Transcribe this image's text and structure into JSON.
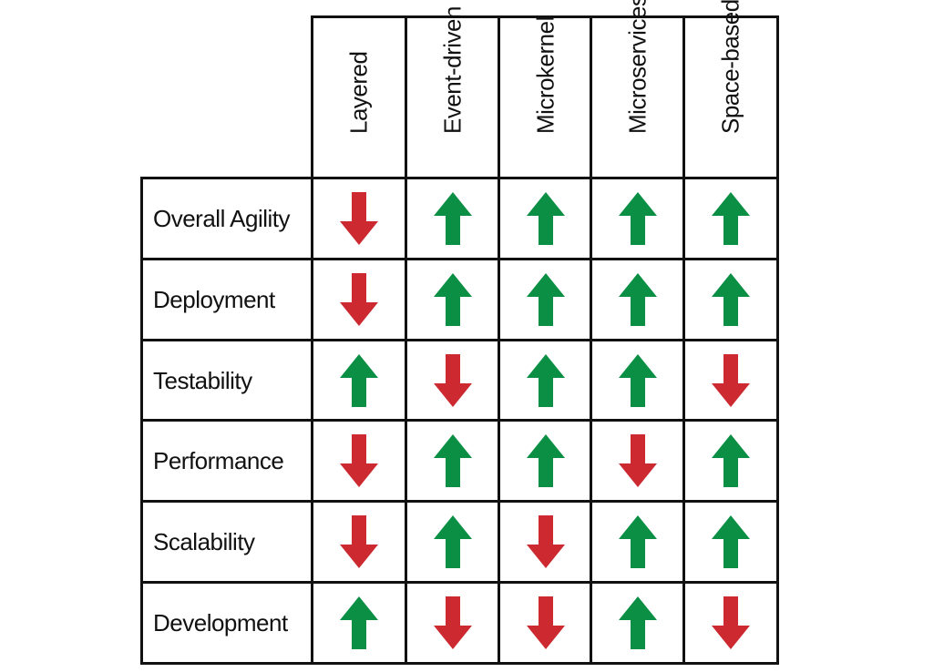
{
  "columns": [
    "Layered",
    "Event-driven",
    "Microkernel",
    "Microservices",
    "Space-based"
  ],
  "rows": [
    {
      "label": "Overall Agility",
      "ratings": [
        "down",
        "up",
        "up",
        "up",
        "up"
      ]
    },
    {
      "label": "Deployment",
      "ratings": [
        "down",
        "up",
        "up",
        "up",
        "up"
      ]
    },
    {
      "label": "Testability",
      "ratings": [
        "up",
        "down",
        "up",
        "up",
        "down"
      ]
    },
    {
      "label": "Performance",
      "ratings": [
        "down",
        "up",
        "up",
        "down",
        "up"
      ]
    },
    {
      "label": "Scalability",
      "ratings": [
        "down",
        "up",
        "down",
        "up",
        "up"
      ]
    },
    {
      "label": "Development",
      "ratings": [
        "up",
        "down",
        "down",
        "up",
        "down"
      ]
    }
  ],
  "icons": {
    "up": "arrow-up-icon",
    "down": "arrow-down-icon"
  },
  "colors": {
    "up": "#0a8f44",
    "down": "#cc2a30",
    "grid": "#111111"
  }
}
